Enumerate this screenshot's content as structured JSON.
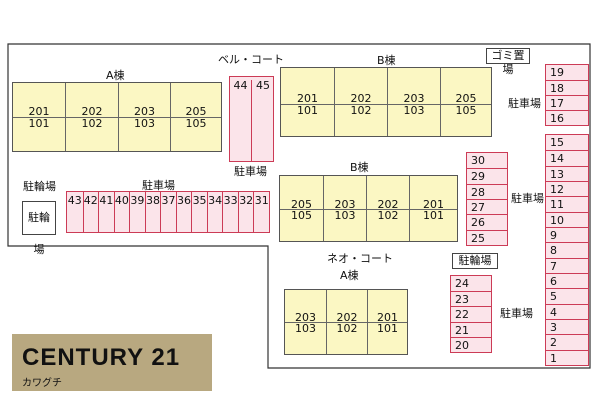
{
  "bell_court": {
    "name": "ベル・コート",
    "a_building": {
      "title": "A棟",
      "upper": [
        "201",
        "202",
        "203",
        "205"
      ],
      "lower": [
        "101",
        "102",
        "103",
        "105"
      ]
    },
    "b_building": {
      "title": "B棟",
      "upper": [
        "201",
        "202",
        "203",
        "205"
      ],
      "lower": [
        "101",
        "102",
        "103",
        "105"
      ]
    },
    "parking_44_45": [
      "44",
      "45"
    ],
    "parking_44_45_label": "駐車場",
    "parking_row": [
      "43",
      "42",
      "41",
      "40",
      "39",
      "38",
      "37",
      "36",
      "35",
      "34",
      "33",
      "32",
      "31"
    ],
    "parking_row_label": "駐車場",
    "bike_label_top": "駐輪場",
    "bike_label_box": "駐輪場",
    "garbage_label": "ゴミ置場",
    "parking_16_19": [
      "19",
      "18",
      "17",
      "16"
    ],
    "parking_16_19_label": "駐車場"
  },
  "neo_court": {
    "name": "ネオ・コート",
    "b_building": {
      "title": "B棟",
      "upper": [
        "205",
        "203",
        "202",
        "201"
      ],
      "lower": [
        "105",
        "103",
        "102",
        "101"
      ]
    },
    "a_building": {
      "title": "A棟",
      "upper": [
        "203",
        "202",
        "201"
      ],
      "lower": [
        "103",
        "102",
        "101"
      ]
    },
    "parking_25_30": [
      "30",
      "29",
      "28",
      "27",
      "26",
      "25"
    ],
    "parking_25_30_label": "駐車場",
    "parking_1_15": [
      "15",
      "14",
      "13",
      "12",
      "11",
      "10",
      "9",
      "8",
      "7",
      "6",
      "5",
      "4",
      "3",
      "2",
      "1"
    ],
    "parking_20_24": [
      "24",
      "23",
      "22",
      "21",
      "20"
    ],
    "parking_20_24_label": "駐車場",
    "bike_label": "駐輪場"
  },
  "logo": {
    "brand": "CENTURY 21",
    "branch": "カワグチ"
  },
  "colors": {
    "building": "#fbf7c3",
    "parking": "#fbe4ea",
    "parking_border": "#cc3b56",
    "logo_bg": "#b8a880"
  }
}
